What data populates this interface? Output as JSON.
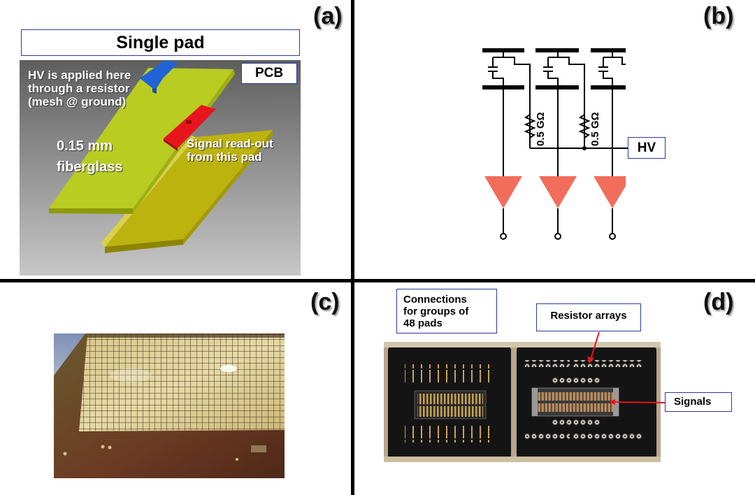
{
  "panel_a": {
    "label": "(a)",
    "title": "Single pad",
    "pcb": "PCB",
    "hv_line1": "HV is applied here",
    "hv_line2": "through a resistor",
    "hv_line3": "(mesh @ ground)",
    "thick_line1": "0.15 mm",
    "thick_line2": "fiberglass",
    "signal_line1": "Signal read-out",
    "signal_line2": "from this pad"
  },
  "panel_b": {
    "label": "(b)",
    "resistor1": "0.5 GΩ",
    "resistor2": "0.5 GΩ",
    "hv": "HV"
  },
  "panel_c": {
    "label": "(c)"
  },
  "panel_d": {
    "label": "(d)",
    "connections_line1": "Connections",
    "connections_line2": "for groups of",
    "connections_line3": "48 pads",
    "resistor_arrays": "Resistor arrays",
    "signals": "Signals"
  },
  "colors": {
    "amp": "#f26d5b",
    "pad_blue": "#1f63d6",
    "pad_red": "#e8141c",
    "border": "#2a3a9a"
  }
}
